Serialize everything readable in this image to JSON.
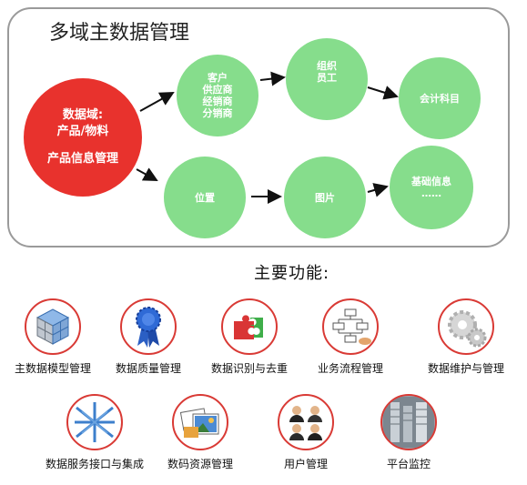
{
  "panel_title": "多域主数据管理",
  "nodes": {
    "master": {
      "line1": "数据域:",
      "line2": "产品/物料",
      "line3": "产品信息管理"
    },
    "partners": {
      "line1": "客户",
      "line2": "供应商",
      "line3": "经销商",
      "line4": "分销商"
    },
    "org": {
      "line1": "组织",
      "line2": "员工"
    },
    "accounting": {
      "line1": "会计科目"
    },
    "location": {
      "line1": "位置"
    },
    "image": {
      "line1": "图片"
    },
    "basic": {
      "line1": "基础信息",
      "line2": "……"
    }
  },
  "features_title": "主要功能:",
  "features": [
    {
      "label": "主数据模型管理",
      "icon": "cube-model-icon"
    },
    {
      "label": "数据质量管理",
      "icon": "ribbon-award-icon"
    },
    {
      "label": "数据识别与去重",
      "icon": "puzzle-icon"
    },
    {
      "label": "业务流程管理",
      "icon": "flowchart-icon"
    },
    {
      "label": "数据维护与管理",
      "icon": "gears-icon"
    },
    {
      "label": "数据服务接口与集成",
      "icon": "crossing-arrows-icon"
    },
    {
      "label": "数码资源管理",
      "icon": "photos-icon"
    },
    {
      "label": "用户管理",
      "icon": "users-icon"
    },
    {
      "label": "平台监控",
      "icon": "server-racks-icon"
    }
  ],
  "colors": {
    "red": "#e8322d",
    "green": "#86dd8c",
    "icon_border": "#d93a35"
  }
}
